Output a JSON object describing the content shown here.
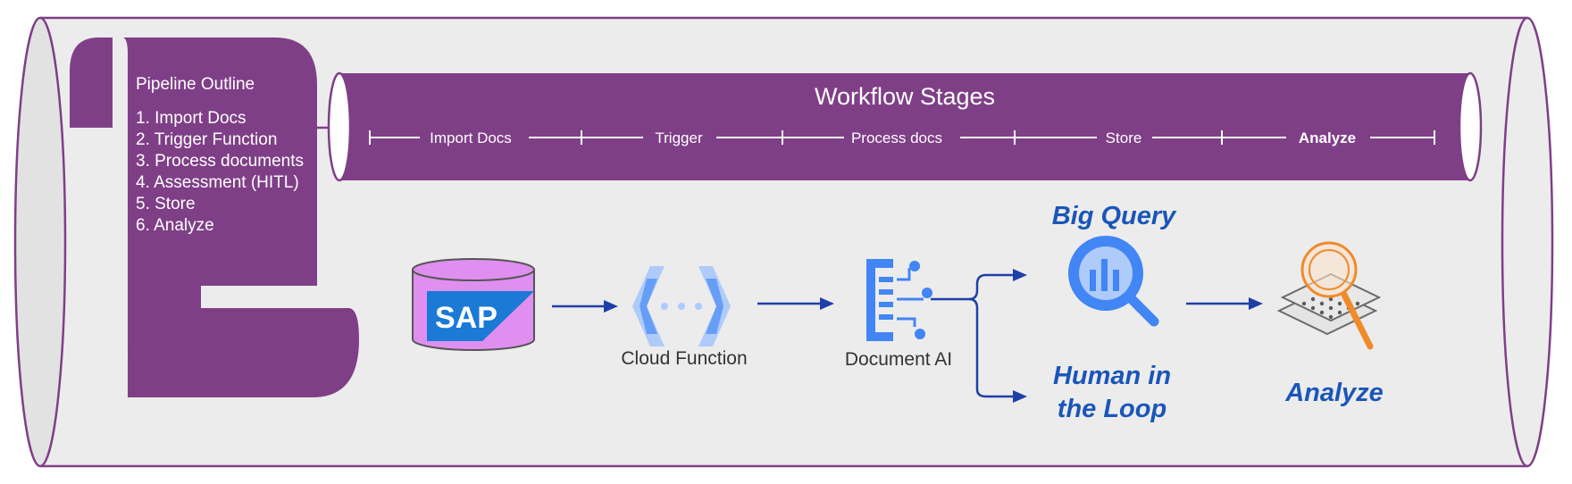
{
  "outline": {
    "title": "Pipeline Outline",
    "items": [
      "1. Import Docs",
      "2. Trigger Function",
      "3. Process documents",
      "4. Assessment (HITL)",
      "5. Store",
      "6. Analyze"
    ]
  },
  "workflow": {
    "title": "Workflow Stages",
    "stages": [
      "Import Docs",
      "Trigger",
      "Process docs",
      "Store",
      "Analyze"
    ]
  },
  "nodes": {
    "sap": {
      "label": "SAP"
    },
    "cloud_function": {
      "label": "Cloud Function"
    },
    "document_ai": {
      "label": "Document AI"
    },
    "big_query": {
      "label": "Big Query"
    },
    "hitl": {
      "line1": "Human in",
      "line2": "the Loop"
    },
    "analyze": {
      "label": "Analyze"
    }
  },
  "colors": {
    "purple": "#7f3f87",
    "cylinder_fill": "#ececec",
    "accent_blue": "#1a56b8",
    "arrow_blue": "#1f3fa8",
    "google_blue": "#4285f4",
    "orange": "#f08a2a"
  }
}
